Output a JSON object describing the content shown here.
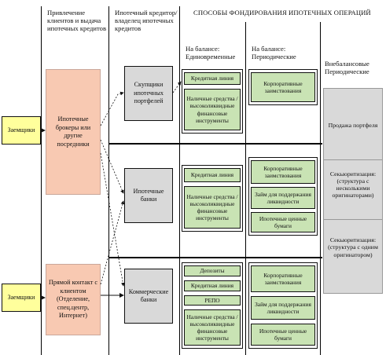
{
  "headers": {
    "col1": "Привлечение клиентов и выдача ипотечных кредитов",
    "col2": "Ипотечный кредитор/ владелец ипотечных кредитов",
    "title": "СПОСОБЫ ФОНДИРОВАНИЯ ИПОТЕЧНЫХ ОПЕРАЦИЙ",
    "sub1": "На балансе: Единовременные",
    "sub2": "На балансе: Периодические",
    "sub3": "Внебалансовые Периодические"
  },
  "borrowers": {
    "top": "Заемщики",
    "bottom": "Заемщики"
  },
  "originators": {
    "brokers": "Ипотечные брокеры или другие посредники",
    "direct": "Прямой контакт с клиентом (Отделение, спец.центр, Интернет)"
  },
  "lenders": {
    "buyers": "Скупщики ипотечных портфелей",
    "mortgage_banks": "Ипотечные банки",
    "commercial_banks": "Коммерческие банки"
  },
  "row1": {
    "one_time": [
      "Кредитная линия",
      "Наличные средства / высоколиквидные финансовые инструменты"
    ],
    "periodic": [
      "Корпоративные заимствования"
    ]
  },
  "row2": {
    "one_time": [
      "Кредитная линия",
      "Наличные средства / высоколиквидные финансовые инструменты"
    ],
    "periodic": [
      "Корпоративные заимствования",
      "Займ для поддержания ликвидности",
      "Ипотечные ценные бумаги"
    ]
  },
  "row3": {
    "one_time": [
      "Депозиты",
      "Кредитная линия",
      "РЕПО",
      "Наличные средства / высоколиквидные финансовые инструменты"
    ],
    "periodic": [
      "Корпоративные заимствования",
      "Займ для поддержания ликвидности",
      "Ипотечные ценные бумаги"
    ]
  },
  "off_balance": [
    "Продажа портфеля",
    "Секьюритизация: (структура с несколькими оригинаторами)",
    "Секьюритизация: (структура с одним оригинатором)"
  ]
}
